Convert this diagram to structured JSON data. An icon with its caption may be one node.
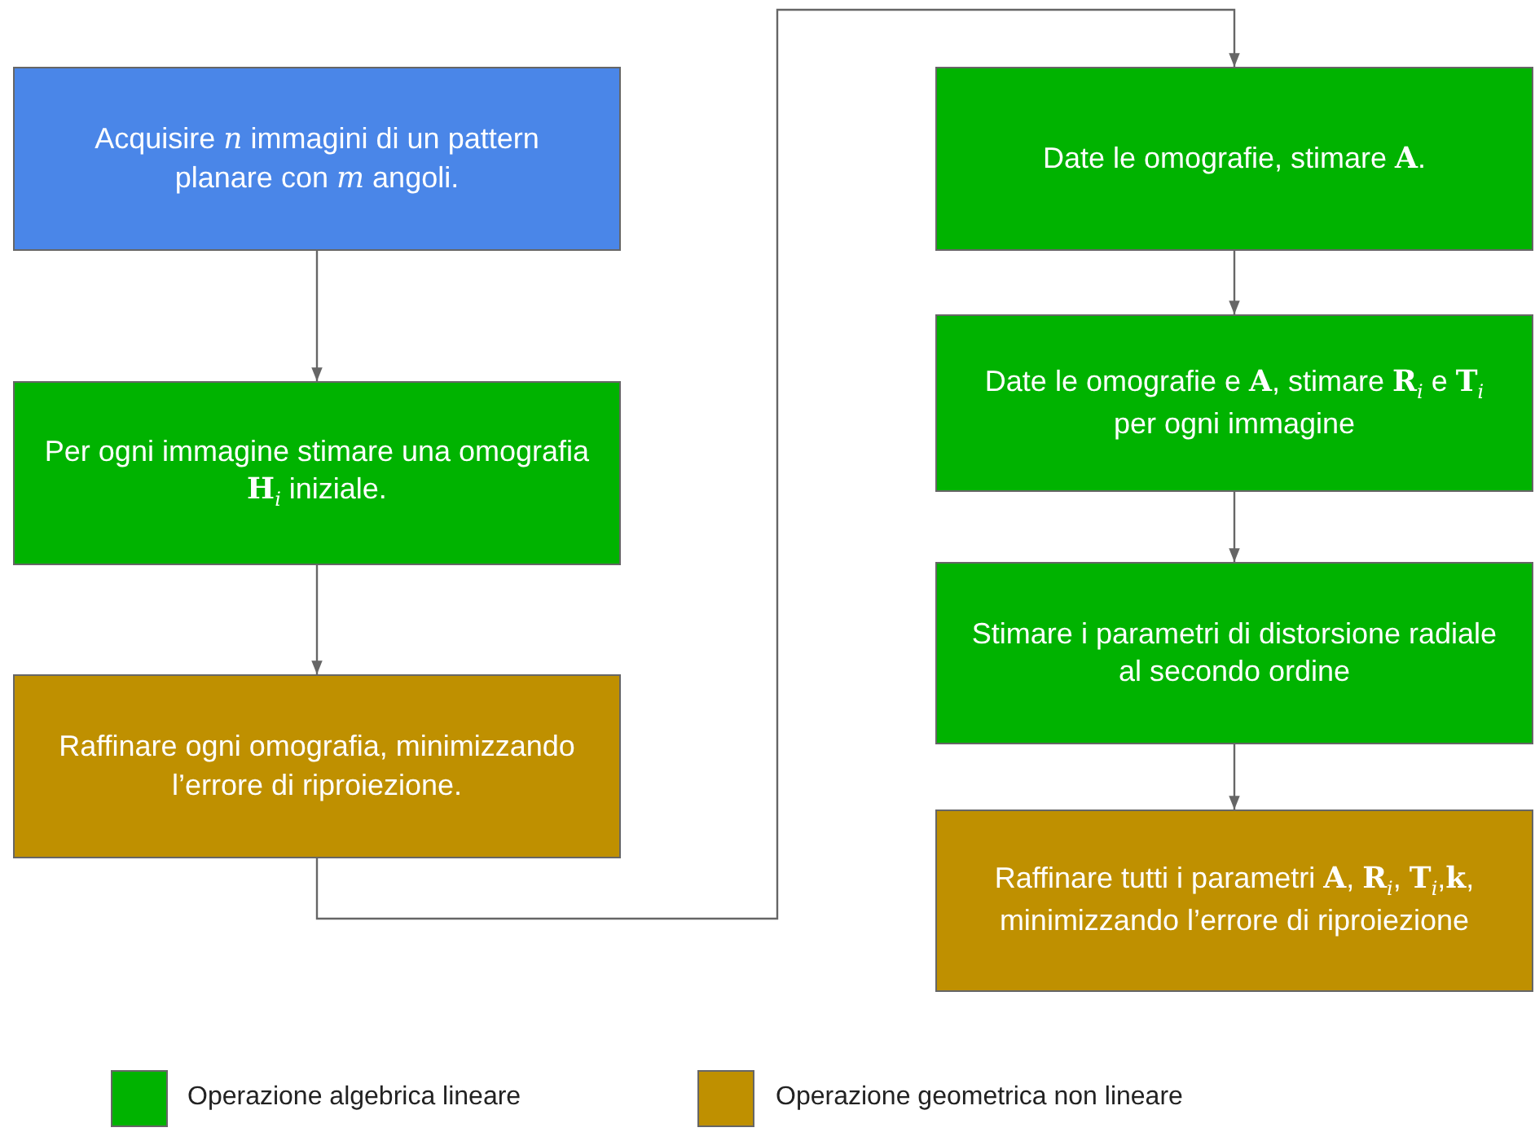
{
  "diagram": {
    "nodes": [
      {
        "text": [
          "Acquisire *n* immagini di un pattern planare con *m* angoli."
        ]
      },
      {
        "text": [
          "Per ogni immagine stimare una omografia **H**$_{i}$ iniziale."
        ]
      },
      {
        "text": [
          "Raffinare ogni omografia, minimizzando l’errore di riproiezione."
        ]
      },
      {
        "text": [
          "Date le omografie, stimare **A**."
        ]
      },
      {
        "text": [
          "Date le omografie e **A**, stimare **R**$_{i}$ e **T**$_{i}$ per ogni immagine"
        ]
      },
      {
        "text": [
          "Stimare i parametri di distorsione radiale al secondo ordine"
        ]
      },
      {
        "text": [
          "Raffinare tutti i parametri **A**, **R**$_{i}$, **T**$_{i}$,**k**, minimizzando l’errore di riproiezione"
        ]
      }
    ],
    "edges": [
      {
        "from": 0,
        "to": 1,
        "arrow": "to"
      },
      {
        "from": 1,
        "to": 2,
        "arrow": "to"
      },
      {
        "from": 2,
        "to": 3,
        "arrow": "to"
      },
      {
        "from": 3,
        "to": 4,
        "arrow": "to"
      },
      {
        "from": 4,
        "to": 5,
        "arrow": "to"
      },
      {
        "from": 5,
        "to": 6,
        "arrow": "to"
      }
    ],
    "legend": [
      {
        "text": "Operazione algebrica lineare",
        "color": "#00b300"
      },
      {
        "text": "Operazione geometrica non lineare",
        "color": "#bf9000"
      }
    ]
  }
}
